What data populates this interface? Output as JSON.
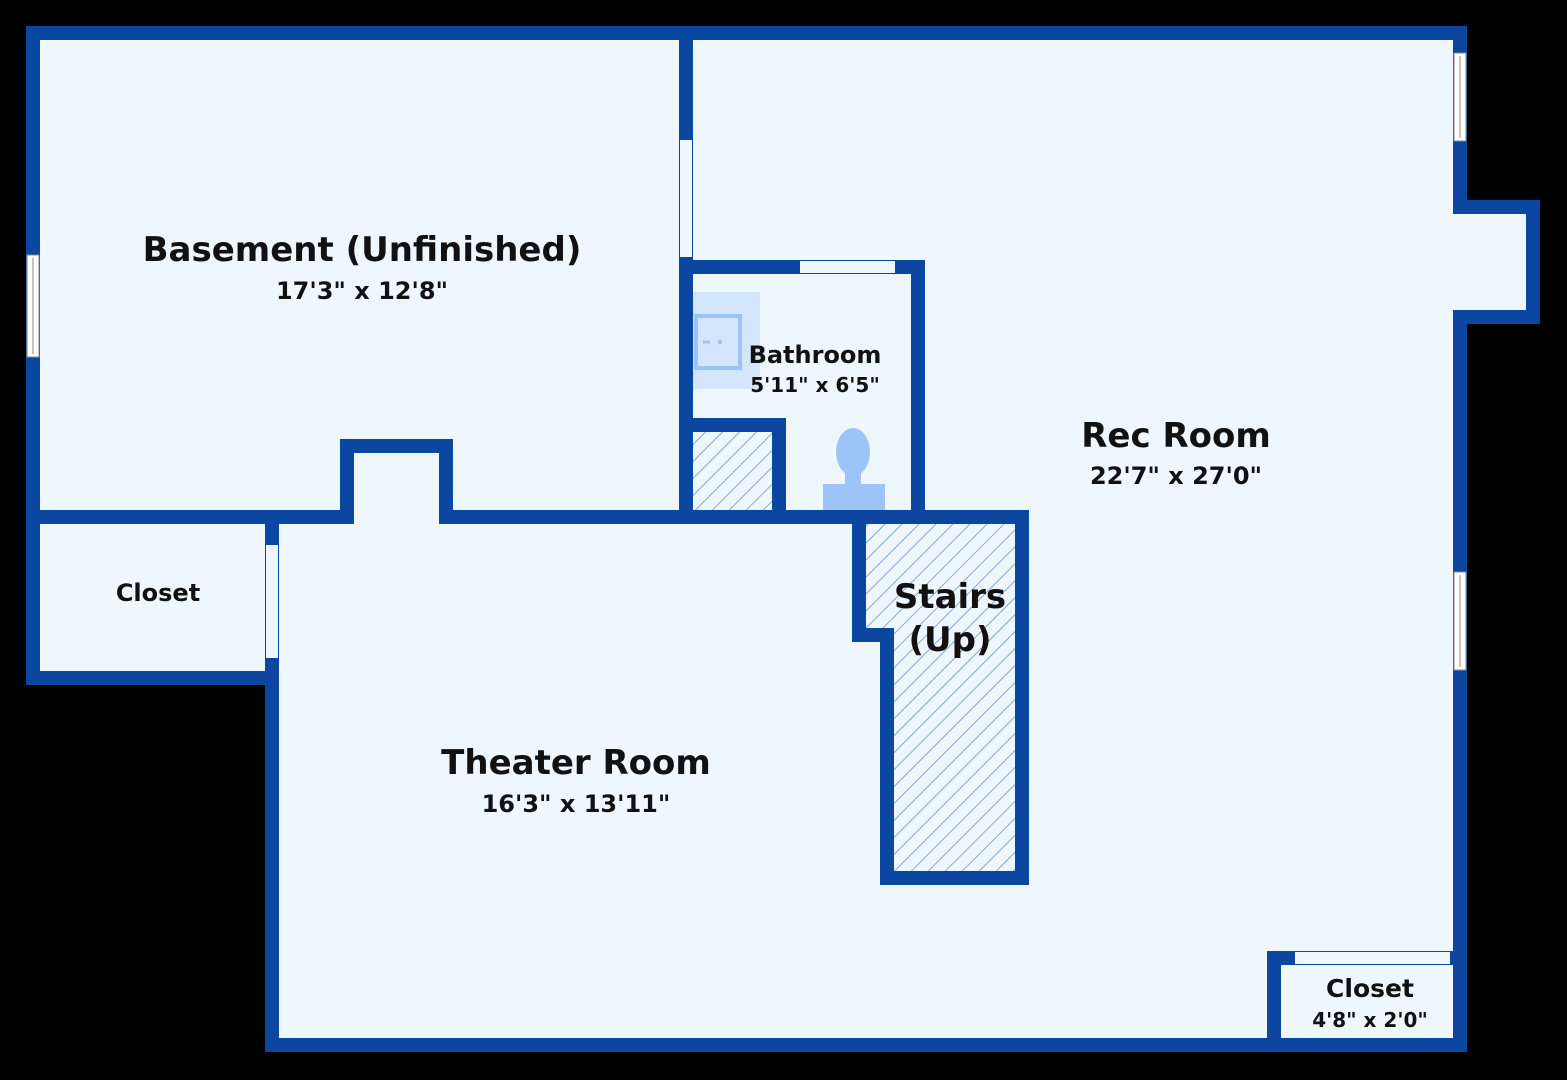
{
  "rooms": {
    "basement": {
      "name": "Basement (Unfinished)",
      "dim": "17'3\" x 12'8\""
    },
    "rec": {
      "name": "Rec Room",
      "dim": "22'7\" x 27'0\""
    },
    "bathroom": {
      "name": "Bathroom",
      "dim": "5'11\" x 6'5\""
    },
    "closet_left": {
      "name": "Closet"
    },
    "stairs": {
      "name_line1": "Stairs",
      "name_line2": "(Up)"
    },
    "theater": {
      "name": "Theater Room",
      "dim": "16'3\" x 13'11\""
    },
    "closet_right": {
      "name": "Closet",
      "dim": "4'8\" x 2'0\""
    }
  },
  "colors": {
    "background": "#000000",
    "floor": "#EEF7FE",
    "wall": "#0B47A0",
    "fixture": "#9DC4F6",
    "hatch": "#5585C9"
  }
}
